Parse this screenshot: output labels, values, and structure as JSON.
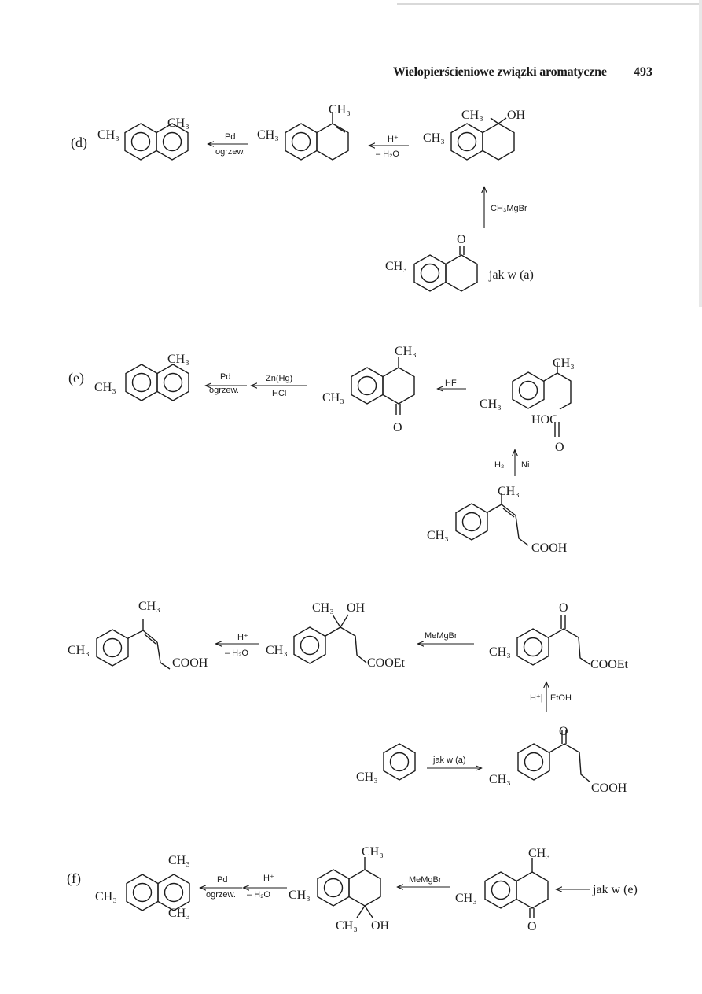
{
  "header": {
    "title": "Wielopierścieniowe związki aromatyczne",
    "page_number": "493"
  },
  "labels": {
    "d": "(d)",
    "e": "(e)",
    "f": "(f)"
  },
  "groups": {
    "ch3": "CH₃",
    "oh": "OH",
    "o": "O",
    "cooh": "COOH",
    "cooet": "COOEt",
    "hoc": "HOC"
  },
  "reagents": {
    "pd": "Pd",
    "ogrzew": "ogrzew.",
    "h_plus": "H⁺",
    "minus_h2o": "– H₂O",
    "ch3mgbr": "CH₃MgBr",
    "jak_w_a": "jak w (a)",
    "zn_hg": "Zn(Hg)",
    "hcl": "HCl",
    "hf": "HF",
    "h2": "H₂",
    "ni": "Ni",
    "memgbr": "MeMgBr",
    "h_plus_bar": "H⁺|",
    "etoh": "EtOH",
    "jak_w_e": "jak w (e)"
  }
}
